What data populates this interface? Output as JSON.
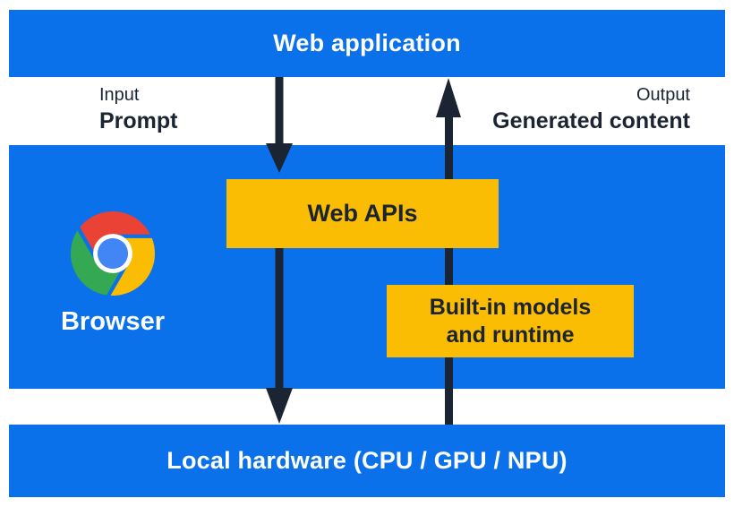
{
  "colors": {
    "blue": "#0B71EA",
    "yellow": "#FBBC04",
    "ink": "#1B2433",
    "chrome_red": "#EA4335",
    "chrome_yellow": "#FBBC04",
    "chrome_green": "#34A853",
    "chrome_blue": "#4285F4"
  },
  "top_bar": {
    "label": "Web application"
  },
  "flow_labels": {
    "input_title": "Input",
    "input_value": "Prompt",
    "output_title": "Output",
    "output_value": "Generated content"
  },
  "browser": {
    "label": "Browser",
    "logo": "chrome-logo"
  },
  "boxes": {
    "web_apis": "Web APIs",
    "builtin_line1": "Built-in models",
    "builtin_line2": "and runtime"
  },
  "bottom_bar": {
    "label": "Local hardware (CPU / GPU / NPU)"
  }
}
